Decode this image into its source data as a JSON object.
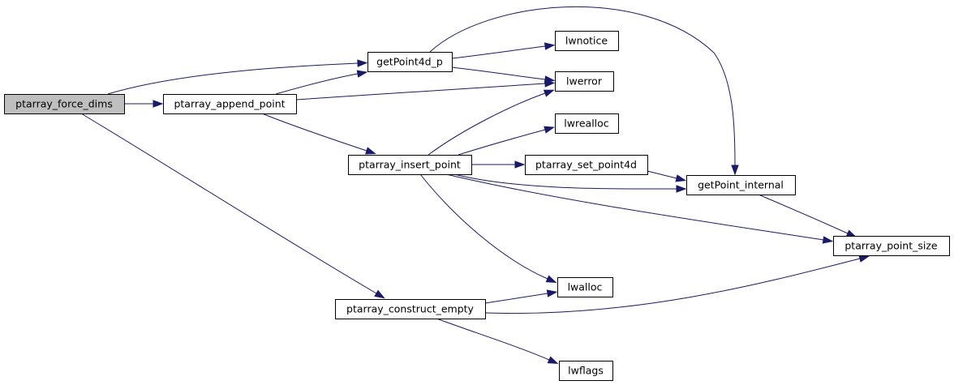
{
  "diagram": {
    "type": "call-graph",
    "nodes": [
      {
        "id": "force_dims",
        "label": "ptarray_force_dims",
        "highlighted": true
      },
      {
        "id": "append_point",
        "label": "ptarray_append_point"
      },
      {
        "id": "getPoint4d_p",
        "label": "getPoint4d_p"
      },
      {
        "id": "lwnotice",
        "label": "lwnotice"
      },
      {
        "id": "lwerror",
        "label": "lwerror"
      },
      {
        "id": "insert_point",
        "label": "ptarray_insert_point"
      },
      {
        "id": "lwrealloc",
        "label": "lwrealloc"
      },
      {
        "id": "set_point4d",
        "label": "ptarray_set_point4d"
      },
      {
        "id": "getPoint_internal",
        "label": "getPoint_internal"
      },
      {
        "id": "point_size",
        "label": "ptarray_point_size"
      },
      {
        "id": "construct_empty",
        "label": "ptarray_construct_empty"
      },
      {
        "id": "lwalloc",
        "label": "lwalloc"
      },
      {
        "id": "lwflags",
        "label": "lwflags"
      }
    ],
    "edges": [
      {
        "from": "force_dims",
        "to": "getPoint4d_p"
      },
      {
        "from": "force_dims",
        "to": "append_point"
      },
      {
        "from": "force_dims",
        "to": "construct_empty"
      },
      {
        "from": "append_point",
        "to": "getPoint4d_p"
      },
      {
        "from": "append_point",
        "to": "lwerror"
      },
      {
        "from": "append_point",
        "to": "insert_point"
      },
      {
        "from": "getPoint4d_p",
        "to": "lwnotice"
      },
      {
        "from": "getPoint4d_p",
        "to": "lwerror"
      },
      {
        "from": "getPoint4d_p",
        "to": "getPoint_internal"
      },
      {
        "from": "insert_point",
        "to": "lwerror"
      },
      {
        "from": "insert_point",
        "to": "lwrealloc"
      },
      {
        "from": "insert_point",
        "to": "set_point4d"
      },
      {
        "from": "insert_point",
        "to": "getPoint_internal"
      },
      {
        "from": "insert_point",
        "to": "point_size"
      },
      {
        "from": "insert_point",
        "to": "lwalloc"
      },
      {
        "from": "set_point4d",
        "to": "getPoint_internal"
      },
      {
        "from": "getPoint_internal",
        "to": "point_size"
      },
      {
        "from": "construct_empty",
        "to": "lwalloc"
      },
      {
        "from": "construct_empty",
        "to": "point_size"
      },
      {
        "from": "construct_empty",
        "to": "lwflags"
      }
    ],
    "colors": {
      "edge": "#191970",
      "node_border": "#000000",
      "node_fill": "#ffffff",
      "highlight_fill": "#bfbfbf"
    }
  }
}
